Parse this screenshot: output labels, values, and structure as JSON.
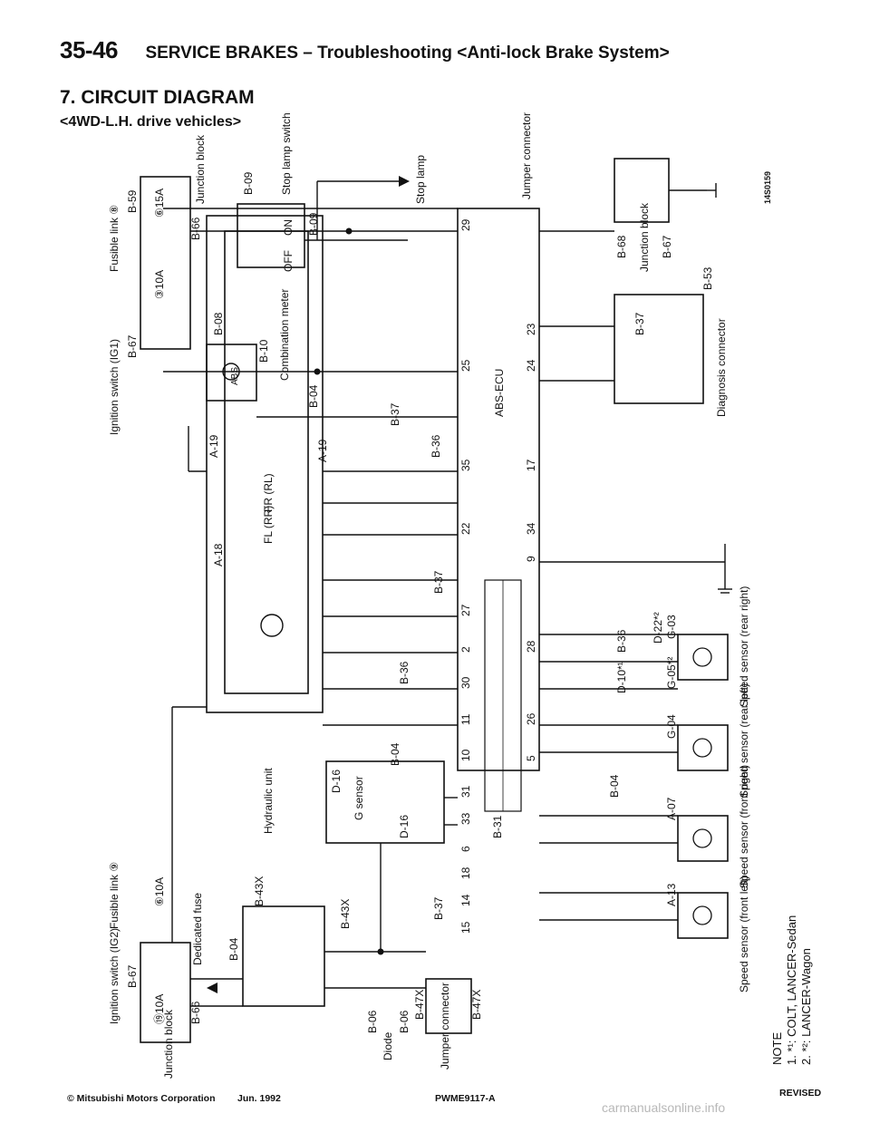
{
  "header": {
    "page_number": "35-46",
    "title": "SERVICE BRAKES – Troubleshooting <Anti-lock Brake System>"
  },
  "section_title": "7. CIRCUIT DIAGRAM",
  "section_subtitle": "<4WD-L.H. drive vehicles>",
  "labels": {
    "ignition_ig1": "Ignition switch (IG1)",
    "fusible_link_8": "Fusible link ⑧",
    "b67_top": "B-67",
    "b59": "B-59",
    "junction_block_top": "Junction block",
    "fuse_10a_top": "③10A",
    "fuse_15a": "⑥15A",
    "b66_top": "B-66",
    "stop_lamp_switch": "Stop lamp switch",
    "b09": "B-09",
    "b09b": "B-09",
    "on": "ON",
    "off": "OFF",
    "stop_lamp": "Stop lamp",
    "jumper_connector_top": "Jumper connector",
    "combination_meter": "Combination meter",
    "b08": "B-08",
    "b10": "B-10",
    "abs": "ABS",
    "b04_a": "B-04",
    "b37_a": "B-37",
    "abs_ecu": "ABS-ECU",
    "b68": "B-68",
    "b67_r": "B-67",
    "junction_block_r": "Junction block",
    "b37_r": "B-37",
    "b53": "B-53",
    "diagnosis_connector": "Diagnosis connector",
    "a19": "A-19",
    "a19b": "A-19",
    "b36_a": "B-36",
    "fr_rl": "FR (RL)",
    "fl_rr": "FL (RR)",
    "a18": "A-18",
    "b37_b": "B-37",
    "b36_b": "B-36",
    "b04_b": "B-04",
    "hydraulic_unit": "Hydraulic unit",
    "g_sensor": "G sensor",
    "d16": "D-16",
    "d16b": "D-16",
    "b37_c": "B-37",
    "b31": "B-31",
    "ignition_ig2": "Ignition switch (IG2)",
    "fusible_link_9": "Fusible link ⑨",
    "fuse_10a_ig2": "⑲10A",
    "fuse_10a_ded": "⑥10A",
    "dedicated_fuse": "Dedicated fuse",
    "b67_low": "B-67",
    "b66_low": "B-66",
    "junction_block_low": "Junction block",
    "b04_c": "B-04",
    "b43x": "B-43X",
    "b43xb": "B-43X",
    "b06": "B-06",
    "diode": "Diode",
    "b06b": "B-06",
    "b47x": "B-47X",
    "jumper_connector_low": "Jumper connector",
    "b47xb": "B-47X",
    "a13": "A-13",
    "a07": "A-07",
    "b04_d": "B-04",
    "g04": "G-04",
    "g03": "G-03",
    "b36_c": "B-36",
    "d10": "D-10*¹",
    "d22": "D-22*²",
    "g05": "G-05*²",
    "speed_fl": "Speed sensor (front left)",
    "speed_fr": "Speed sensor (front right)",
    "speed_rl": "Speed sensor (rear left)",
    "speed_rr": "Speed sensor (rear right)",
    "code": "14S0159"
  },
  "ecu_pins": {
    "top": [
      "29",
      "25",
      "35",
      "22",
      "27",
      "2",
      "30",
      "11",
      "10",
      "31",
      "33",
      "6",
      "18",
      "14",
      "15"
    ],
    "upper": [
      "24",
      "23",
      "17",
      "34",
      "9",
      "28",
      "26",
      "5"
    ]
  },
  "notes": {
    "title": "NOTE",
    "n1": "1. *¹: COLT, LANCER-Sedan",
    "n2": "2. *²: LANCER-Wagon"
  },
  "footer": {
    "copyright": "© Mitsubishi Motors Corporation",
    "date": "Jun. 1992",
    "code": "PWME9117-A",
    "revised": "REVISED"
  },
  "watermark": "carmanualsonline.info"
}
